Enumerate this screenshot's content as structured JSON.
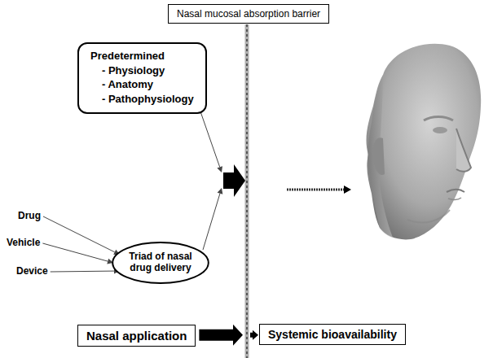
{
  "diagram": {
    "nodes": [
      {
        "text": [
          "Nasal mucosal absorption barrier"
        ]
      },
      {
        "text": [
          "Predetermined",
          "- Physiology",
          "- Anatomy",
          "- Pathophysiology"
        ]
      },
      {
        "text": [
          "Triad of nasal drug delivery"
        ]
      },
      {
        "text": [
          "Nasal application"
        ]
      },
      {
        "text": [
          "Systemic bioavailability"
        ]
      }
    ],
    "edges": [
      {
        "from": 3,
        "to": 4,
        "arrow": "to"
      }
    ],
    "labels": [
      "Drug",
      "Vehicle",
      "Device"
    ]
  }
}
